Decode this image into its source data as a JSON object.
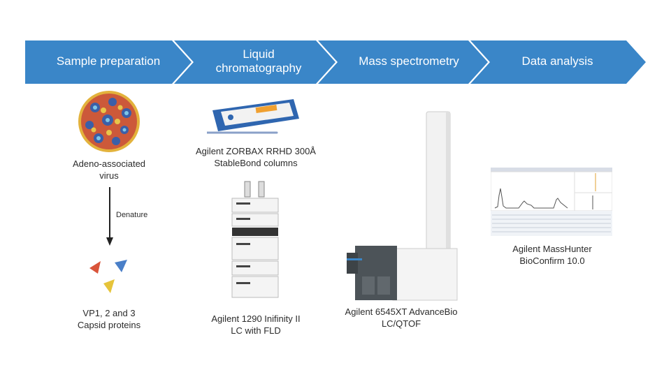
{
  "workflow": {
    "steps": [
      {
        "label": "Sample preparation"
      },
      {
        "label": "Liquid chromatography"
      },
      {
        "label": "Mass spectrometry"
      },
      {
        "label": "Data analysis"
      }
    ],
    "step_color": "#3a86c8"
  },
  "sample_prep": {
    "virus_caption_1": "Adeno-associated",
    "virus_caption_2": "virus",
    "denature_label": "Denature",
    "proteins_caption_1": "VP1, 2 and 3",
    "proteins_caption_2": "Capsid proteins"
  },
  "lc": {
    "column_caption_1": "Agilent ZORBAX RRHD 300Å",
    "column_caption_2": "StableBond columns",
    "system_caption_1": "Agilent 1290 Inifinity II",
    "system_caption_2": "LC with FLD"
  },
  "ms": {
    "caption_1": "Agilent 6545XT AdvanceBio",
    "caption_2": "LC/QTOF"
  },
  "data": {
    "caption_1": "Agilent MassHunter",
    "caption_2": "BioConfirm 10.0"
  }
}
